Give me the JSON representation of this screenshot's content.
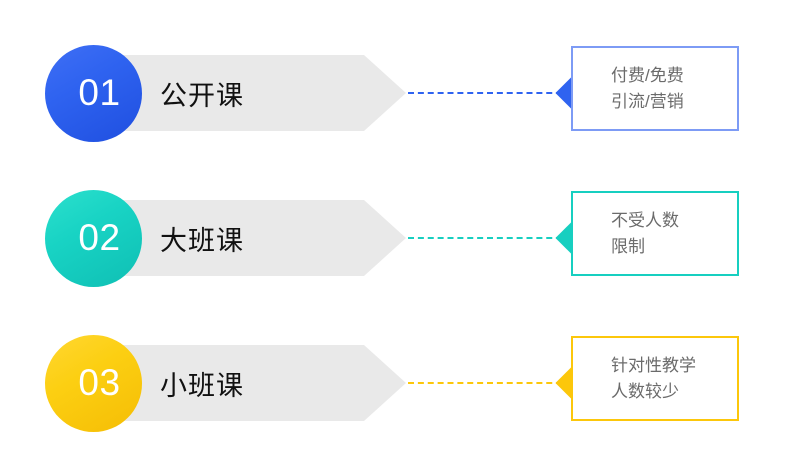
{
  "diagram": {
    "type": "three-step-course-type-comparison",
    "rows": [
      {
        "number": "01",
        "label": "公开课",
        "accent_color": "#2f63f0",
        "callout_border_color": "#7d9bf5",
        "callout_lines": [
          "付费/免费",
          "引流/营销"
        ]
      },
      {
        "number": "02",
        "label": "大班课",
        "accent_color": "#17cfc0",
        "callout_border_color": "#17cfc0",
        "callout_lines": [
          "不受人数",
          "限制"
        ]
      },
      {
        "number": "03",
        "label": "小班课",
        "accent_color": "#fcc70b",
        "callout_border_color": "#fcc70b",
        "callout_lines": [
          "针对性教学",
          "人数较少"
        ]
      }
    ],
    "colors": {
      "chevron_bar": "#e9e9e9",
      "label_text": "#111111",
      "callout_text": "#6b6b6b",
      "background": "#ffffff"
    }
  }
}
